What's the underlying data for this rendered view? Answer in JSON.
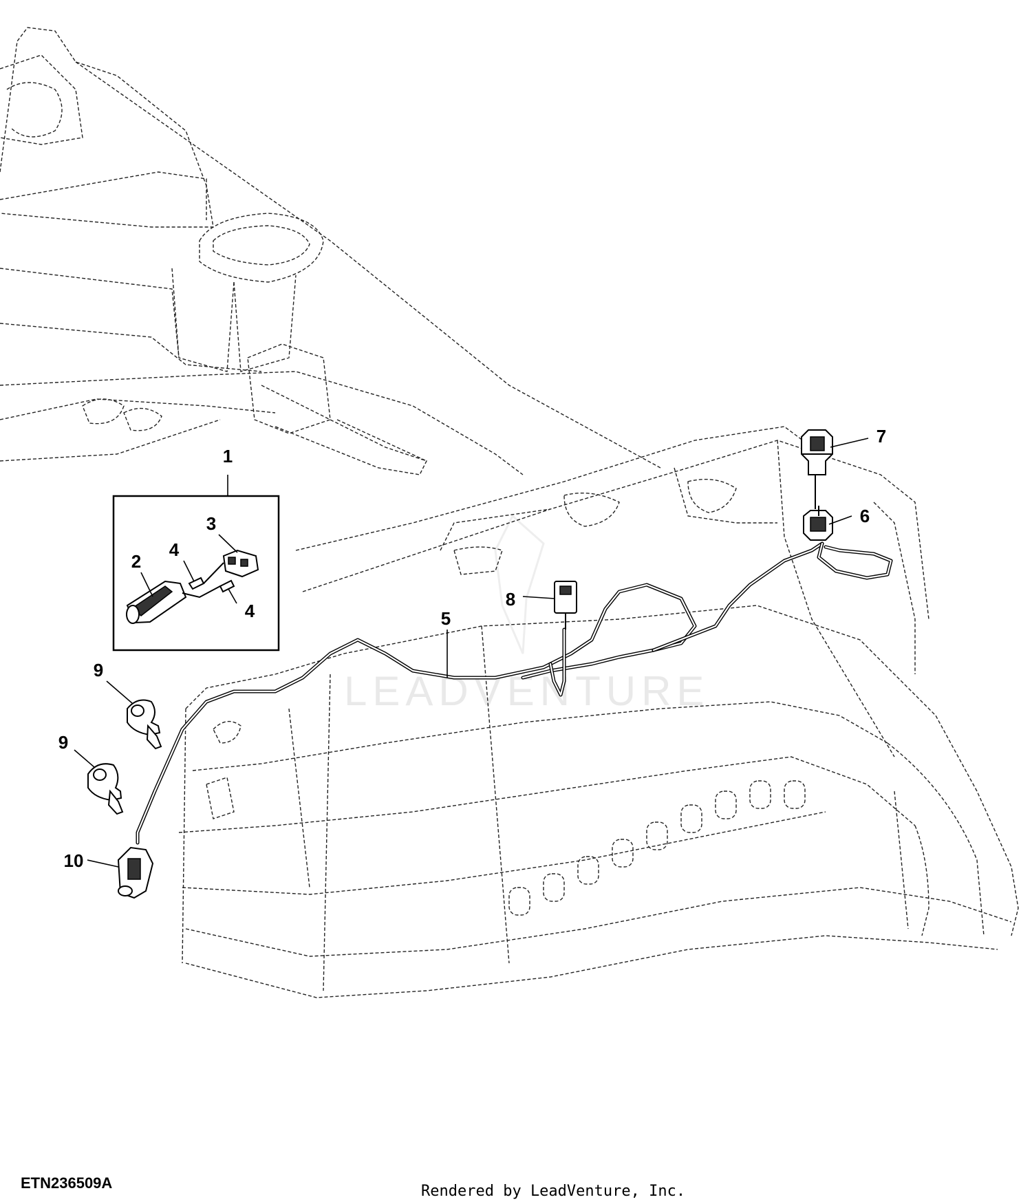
{
  "figure_id": "ETN236509A",
  "rendered_by": "Rendered by LeadVenture, Inc.",
  "watermark": "LEADVENTURE",
  "callouts": {
    "c1": "1",
    "c2": "2",
    "c3": "3",
    "c4a": "4",
    "c4b": "4",
    "c5": "5",
    "c6": "6",
    "c7": "7",
    "c8": "8",
    "c9a": "9",
    "c9b": "9",
    "c10": "10"
  }
}
